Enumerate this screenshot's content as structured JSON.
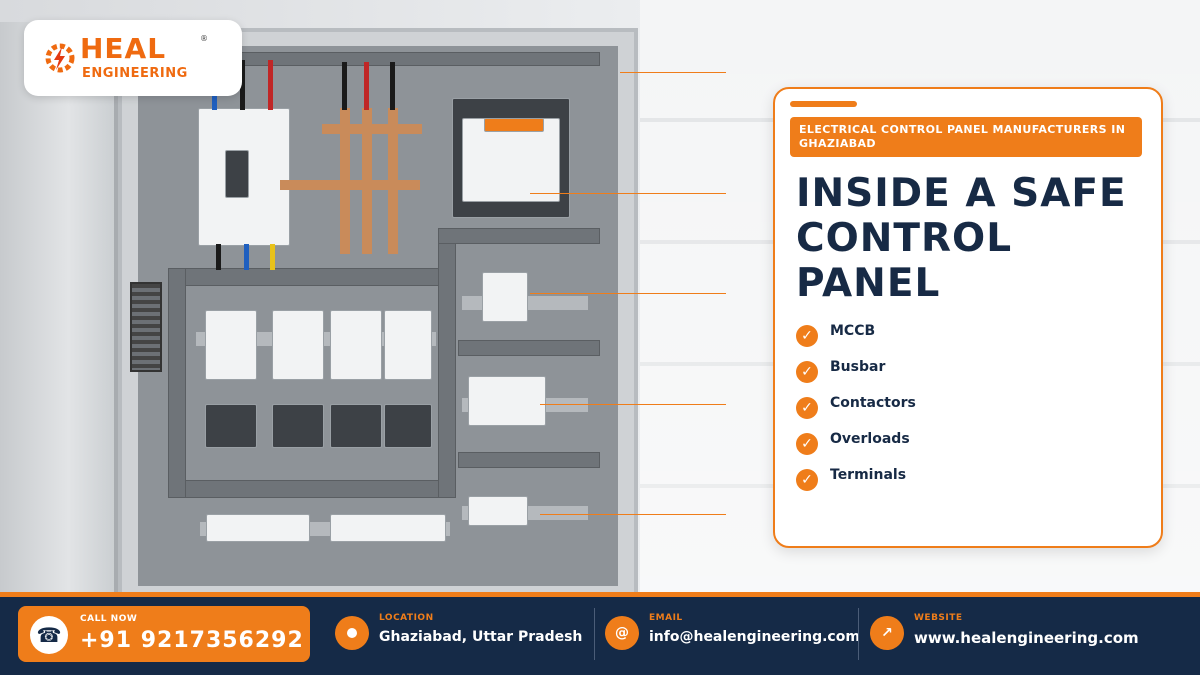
{
  "brand": {
    "logo_text": "HEAL",
    "logo_subtext": "ENGINEERING",
    "registered_mark": "®",
    "accent_color": "#ef7d1a",
    "navy_color": "#152a47"
  },
  "card": {
    "ribbon_text": "ELECTRICAL CONTROL PANEL MANUFACTURERS IN GHAZIABAD",
    "title": "INSIDE A SAFE CONTROL PANEL",
    "check_icon": "check-icon",
    "features": [
      {
        "label": "MCCB"
      },
      {
        "label": "Busbar"
      },
      {
        "label": "Contactors"
      },
      {
        "label": "Overloads"
      },
      {
        "label": "Terminals"
      }
    ]
  },
  "footer": {
    "call": {
      "label": "CALL NOW",
      "value": "+91 9217356292",
      "icon": "phone-icon"
    },
    "location": {
      "label": "LOCATION",
      "value": "Ghaziabad, Uttar Pradesh",
      "icon": "location-icon"
    },
    "email": {
      "label": "EMAIL",
      "value": "info@healengineering.com",
      "icon": "email-icon"
    },
    "website": {
      "label": "WEBSITE",
      "value": "www.healengineering.com",
      "icon": "external-link-icon"
    }
  }
}
